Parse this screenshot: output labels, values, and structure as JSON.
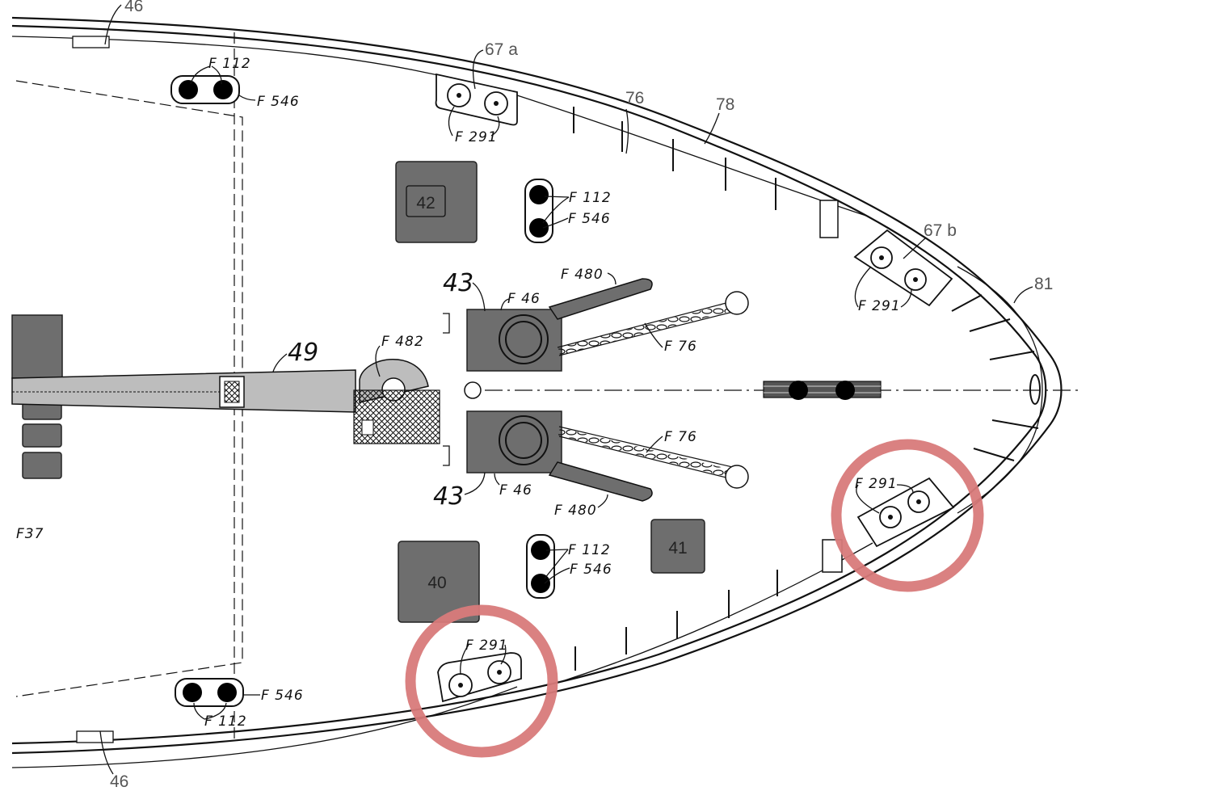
{
  "labels": {
    "l46_top": "46",
    "l46_bottom": "46",
    "l67a": "67 a",
    "l67b": "67 b",
    "l76": "76",
    "l78": "78",
    "l81": "81",
    "l49": "49",
    "l43_top": "43",
    "l43_bottom": "43",
    "box42": "42",
    "box40": "40",
    "box41": "41",
    "f112_tl": "F 112",
    "f546_tl": "F 546",
    "f112_mid": "F 112",
    "f546_mid": "F 546",
    "f112_low": "F 112",
    "f546_low": "F 546",
    "f546_bl": "F 546",
    "f112_bl": "F 112",
    "f291_top": "F 291",
    "f291_67b": "F 291",
    "f291_right": "F 291",
    "f291_bottom": "F 291",
    "f46_top": "F 46",
    "f46_bottom": "F 46",
    "f480_top": "F 480",
    "f480_bottom": "F 480",
    "f76_top": "F 76",
    "f76_bottom": "F 76",
    "f482": "F 482",
    "f37": "F37"
  },
  "colors": {
    "equipment_fill": "#6e6e6e",
    "boom_fill": "#bdbdbd",
    "callout_ring": "#d87a7a",
    "line": "#111111"
  }
}
